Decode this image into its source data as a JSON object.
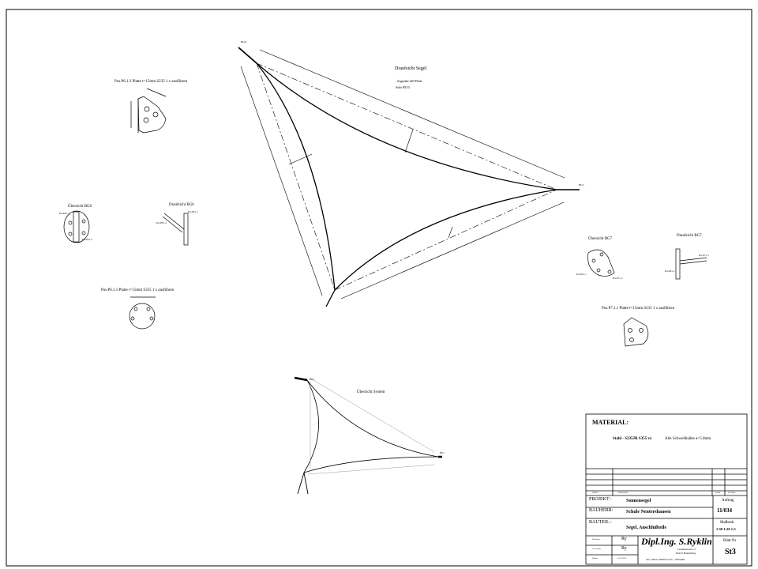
{
  "drawing": {
    "main_view": {
      "title": "Draufsicht Segel",
      "note1": "Zugstäbe d20 Pfeile",
      "note2": "Seile PE10",
      "corner_bg6": "BG6",
      "corner_bg7": "BG7"
    },
    "detail_p612": {
      "title": "Pos.P6.1.2 Platte t=15mm S235 1 x ausführen"
    },
    "overview_bg6": {
      "title": "Übersicht BG6",
      "pos1": "Pos.P6.1.1",
      "pos2": "Pos.P6.1.2"
    },
    "top_bg6": {
      "title": "Draufsicht BG6",
      "pos1": "Pos.P6.1.1",
      "pos2": "Pos.P6.1.2"
    },
    "detail_p611": {
      "title": "Pos.P6.1.1 Platte t=15mm S355 1 x ausführen"
    },
    "overview_bg7": {
      "title": "Übersicht BG7",
      "pos1": "Pos.P6.1.1",
      "pos2": "Pos.P7.1.1"
    },
    "top_bg7": {
      "title": "Draufsicht BG7",
      "pos1": "Pos.P6.1.1",
      "pos2": "Pos.P7.1.1"
    },
    "detail_p711": {
      "title": "Pos.P7.1.1 Platte t=15mm S235 1 x ausführen"
    },
    "system_view": {
      "title": "Übersicht System",
      "corner_bg6": "BG6",
      "corner_bg7": "BG7"
    }
  },
  "title_block": {
    "material_label": "MATERIAL:",
    "material_text": "Stahl  -  S235JR S355 vz",
    "weld_note": "Alle Schweißnähte a=5.0mm",
    "rev_headers": [
      "INDEX",
      "ÄNDERUNG",
      "NAME",
      "DATUM"
    ],
    "projekt_label": "PROJEKT :",
    "projekt_value": "Sonnensegel",
    "bauherr_label": "BAUHERR:",
    "bauherr_value": "Schule Nentershausen",
    "bauteil_label": "BAUTEIL :",
    "bauteil_value": "Segel, Anschlußteile",
    "auftrag_label": "Auftrag",
    "auftrag_value": "11/034",
    "massstab_label": "Maßstab",
    "massstab_value": "1:50 1:20 1:5",
    "bearbeiter_label": "Bearbeiter",
    "bearbeiter_value": "Ry",
    "gezeichnet_label": "Gezeichnet",
    "gezeichnet_value": "Ry",
    "datum_label": "Datum",
    "datum_value": "30.07.2012",
    "company": "Dipl.Ing. S.Ryklin",
    "address1": "Lindenstrasse 17",
    "address2": "69123 Heidelberg",
    "phone": "Tel.: 06221-830675  Fax: -7965048",
    "blatt_label": "Blatt Nr",
    "blatt_value": "St3"
  }
}
